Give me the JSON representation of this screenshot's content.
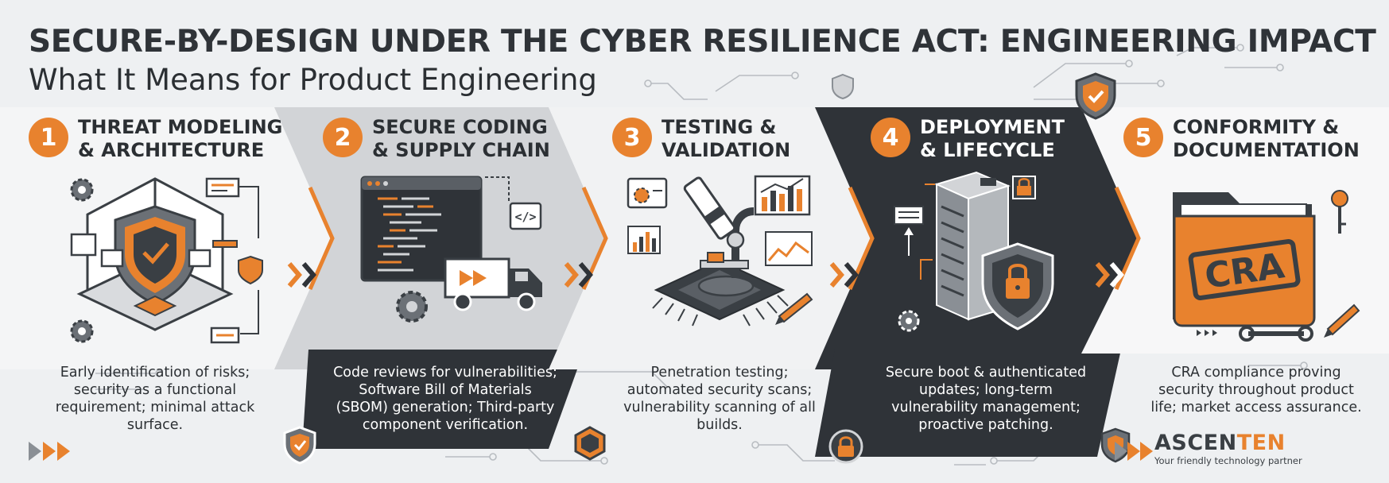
{
  "header": {
    "title": "SECURE-BY-DESIGN UNDER THE CYBER RESILIENCE ACT: ENGINEERING IMPACT",
    "subtitle": "What It Means for Product Engineering"
  },
  "steps": [
    {
      "number": "1",
      "title_lines": [
        "THREAT MODELING",
        "& ARCHITECTURE"
      ],
      "description_lines": [
        "Early identification of risks;",
        "security as a functional",
        "requirement; minimal attack",
        "surface."
      ]
    },
    {
      "number": "2",
      "title_lines": [
        "SECURE CODING",
        "& SUPPLY CHAIN"
      ],
      "description_lines": [
        "Code reviews for vulnerabilities;",
        "Software Bill of Materials",
        "(SBOM) generation; Third-party",
        "component verification."
      ]
    },
    {
      "number": "3",
      "title_lines": [
        "TESTING &",
        "VALIDATION"
      ],
      "description_lines": [
        "Penetration testing;",
        "automated security scans;",
        "vulnerability scanning of all",
        "builds."
      ]
    },
    {
      "number": "4",
      "title_lines": [
        "DEPLOYMENT",
        "& LIFECYCLE"
      ],
      "description_lines": [
        "Secure boot & authenticated",
        "updates; long-term",
        "vulnerability management;",
        "proactive patching."
      ]
    },
    {
      "number": "5",
      "title_lines": [
        "CONFORMITY &",
        "DOCUMENTATION"
      ],
      "description_lines": [
        "CRA compliance proving",
        "security throughout product",
        "life; market access assurance."
      ]
    }
  ],
  "folder_label": "CRA",
  "code_icon_label": "</>",
  "brand": {
    "name_part1": "ASCEN",
    "name_part2": "TEN",
    "tagline": "Your friendly technology partner"
  },
  "colors": {
    "accent": "#e8822e",
    "dark": "#2f3338",
    "panel_gray": "#d4d6d9",
    "light": "#f3f4f5"
  },
  "icons": [
    "shield-check-icon",
    "gear-icon",
    "code-window-icon",
    "delivery-truck-icon",
    "microscope-icon",
    "chip-icon",
    "bar-chart-icon",
    "pencil-icon",
    "server-rack-icon",
    "padlock-icon",
    "folder-icon",
    "key-icon",
    "wrench-icon",
    "chevron-arrows-icon"
  ]
}
